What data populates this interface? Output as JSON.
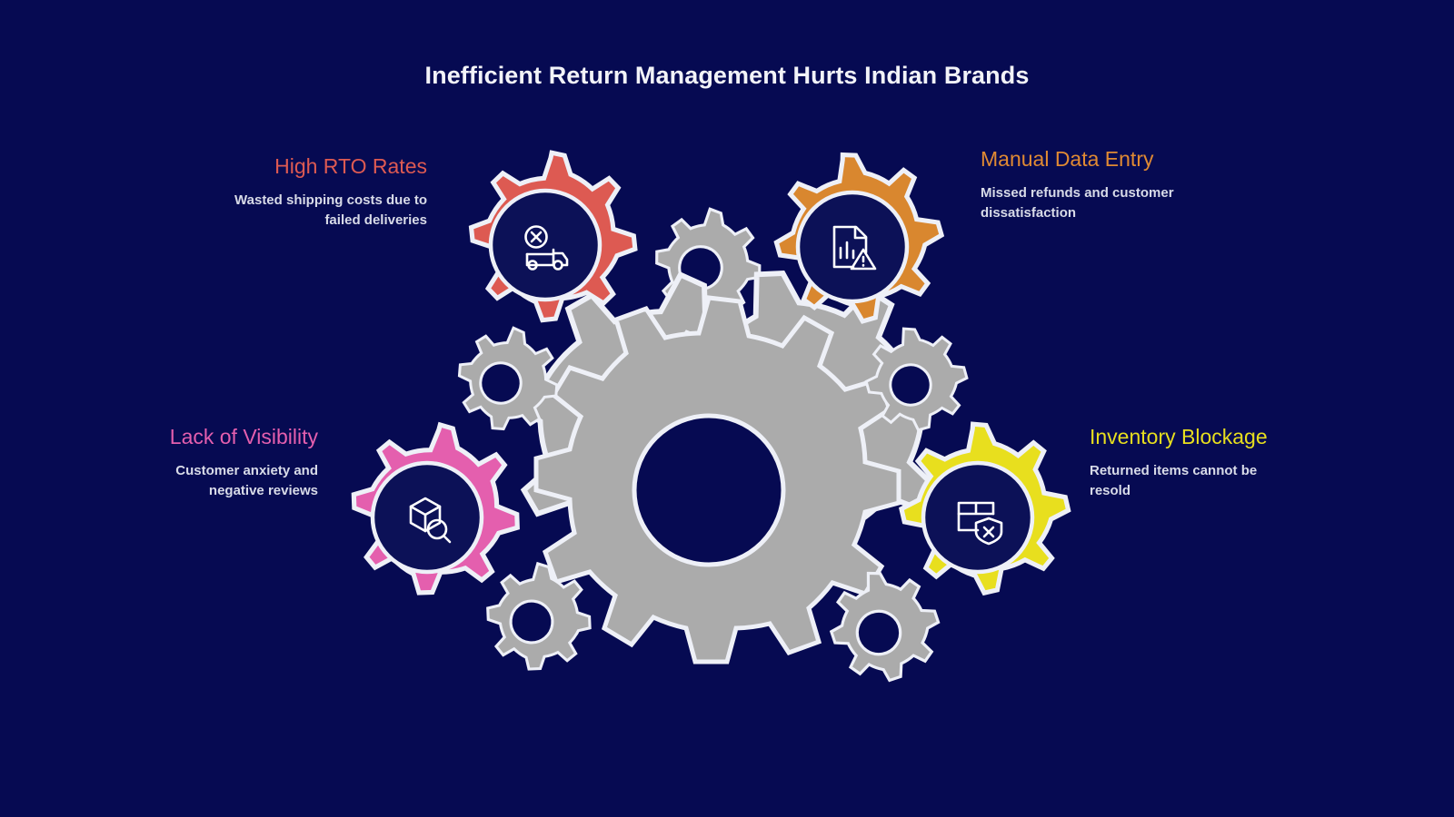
{
  "page": {
    "title": "Inefficient Return Management Hurts Indian Brands",
    "background_color": "#060a52",
    "layout": "gear-cluster-infographic",
    "title_color": "#f2f3f8"
  },
  "callouts": [
    {
      "id": "high-rto-rates",
      "title": "High RTO Rates",
      "description": "Wasted shipping costs due to failed deliveries",
      "color": "#dd5a52",
      "align": "right",
      "icon": "truck-cancel-icon",
      "gear_position": "top-left"
    },
    {
      "id": "manual-data-entry",
      "title": "Manual Data Entry",
      "description": "Missed refunds and customer dissatisfaction",
      "color": "#e08a33",
      "align": "left",
      "icon": "document-chart-warning-icon",
      "gear_position": "top-right"
    },
    {
      "id": "lack-of-visibility",
      "title": "Lack of Visibility",
      "description": "Customer anxiety and negative reviews",
      "color": "#e45fae",
      "align": "right",
      "icon": "box-search-icon",
      "gear_position": "bottom-left"
    },
    {
      "id": "inventory-blockage",
      "title": "Inventory Blockage",
      "description": "Returned items cannot be resold",
      "color": "#e8df1e",
      "align": "left",
      "icon": "box-shield-cancel-icon",
      "gear_position": "bottom-right"
    }
  ],
  "gears": {
    "outline_color": "#eef0f7",
    "neutral_color": "#ababab",
    "hub_color": "#060a52",
    "colored_gear_teeth": 12,
    "neutral_small_gear_teeth": 12,
    "central_gear_teeth": 16
  }
}
